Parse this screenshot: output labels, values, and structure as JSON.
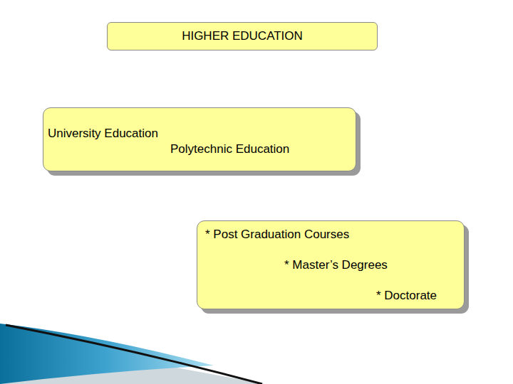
{
  "diagram": {
    "nodes": [
      {
        "text": [
          "HIGHER EDUCATION"
        ]
      },
      {
        "text": [
          "University Education",
          "Polytechnic Education"
        ]
      },
      {
        "text": [
          "* Post Graduation Courses",
          "* Master’s Degrees",
          "* Doctorate"
        ]
      }
    ]
  }
}
